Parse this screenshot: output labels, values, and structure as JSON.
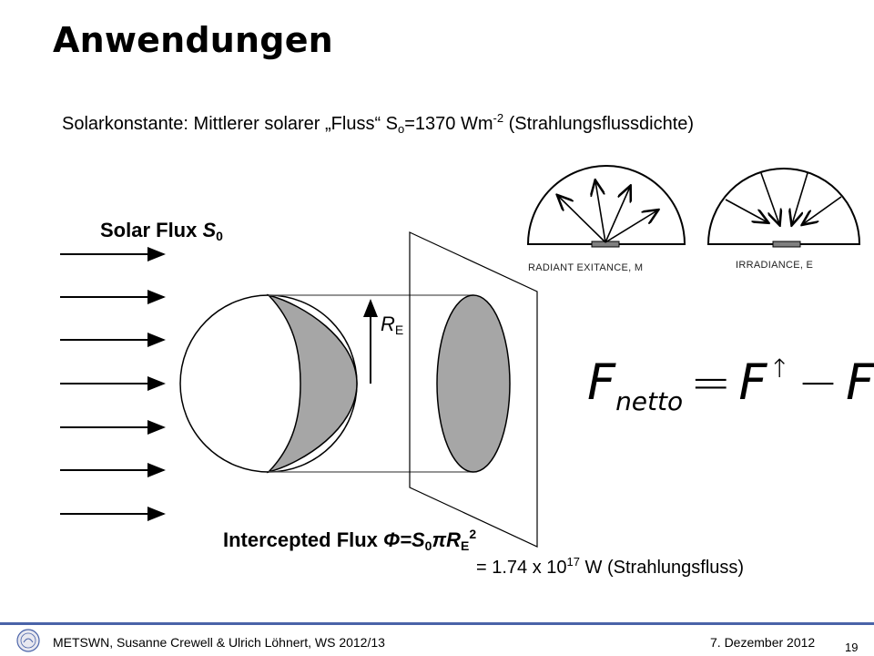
{
  "slide": {
    "title": "Anwendungen",
    "subtitle": {
      "main": "Solarkonstante: Mittlerer solarer „Fluss“ S",
      "sub": "o",
      "mid": "=1370 Wm",
      "sup": "-2",
      "end": " (Strahlungsflussdichte)"
    },
    "result": {
      "main": "= 1.74 x 10",
      "sup": "17",
      "end": " W (Strahlungsfluss)"
    }
  },
  "diagram": {
    "solar_flux_label": "Solar Flux ",
    "solar_flux_symbol": "S",
    "solar_flux_sub": "0",
    "intercepted_label": "Intercepted Flux ",
    "intercepted_formula": "Φ=S",
    "intercepted_sub0": "0",
    "intercepted_pi": "πR",
    "intercepted_subE": "E",
    "intercepted_sup": "2",
    "radius_symbol": "R",
    "radius_sub": "E",
    "exitance_label": "RADIANT EXITANCE, M",
    "irradiance_label": "IRRADIANCE, E"
  },
  "formula": {
    "lhs": "F",
    "lhs_sub": "netto",
    "equals": "=",
    "term1": "F",
    "arrow": "↑",
    "minus": "−",
    "term2": "F"
  },
  "footer": {
    "left": "METSWN, Susanne Crewell & Ulrich Löhnert,  WS 2012/13",
    "date": "7. Dezember  2012",
    "page": "19"
  }
}
